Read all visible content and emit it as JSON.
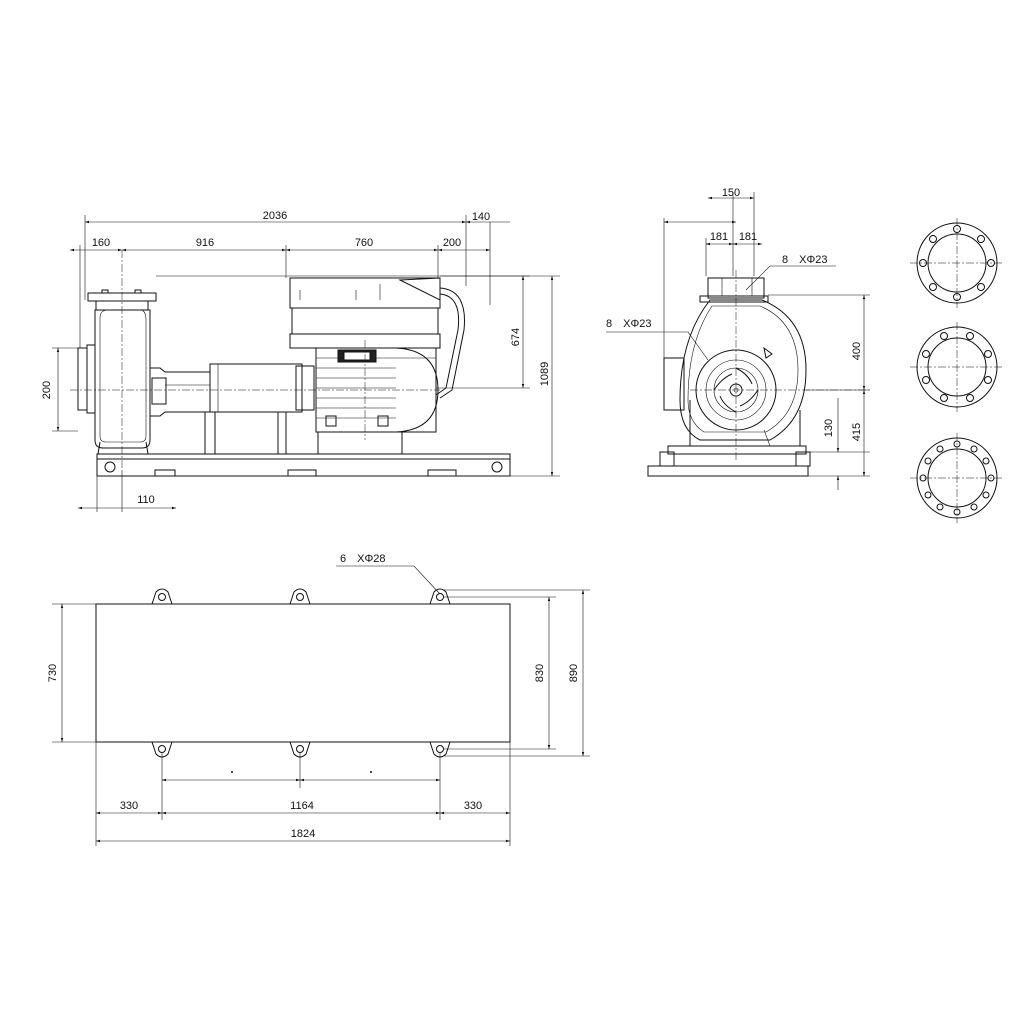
{
  "side_view": {
    "dims": {
      "overall_length": "2036",
      "motor_overhang": "140",
      "inlet_offset": "160",
      "pump_to_motor": "916",
      "motor_length": "760",
      "motor_end": "200",
      "inlet_diameter": "200",
      "motor_height": "674",
      "overall_height": "1089",
      "base_offset": "110"
    }
  },
  "end_view": {
    "dims": {
      "outlet_flange_width": "150",
      "half_width_left": "181",
      "half_width_right": "181",
      "outlet_bolt_holes": "8　XΦ23",
      "inlet_bolt_holes": "8　XΦ23",
      "outlet_height": "400",
      "shaft_height": "130",
      "total_height": "415"
    }
  },
  "plan_view": {
    "dims": {
      "anchor_holes": "6　XΦ28",
      "base_width": "730",
      "hole_spacing_y": "830",
      "overall_width": "890",
      "end_left": "330",
      "hole_spacing_x": "1164",
      "end_right": "330",
      "base_length": "1824"
    }
  }
}
